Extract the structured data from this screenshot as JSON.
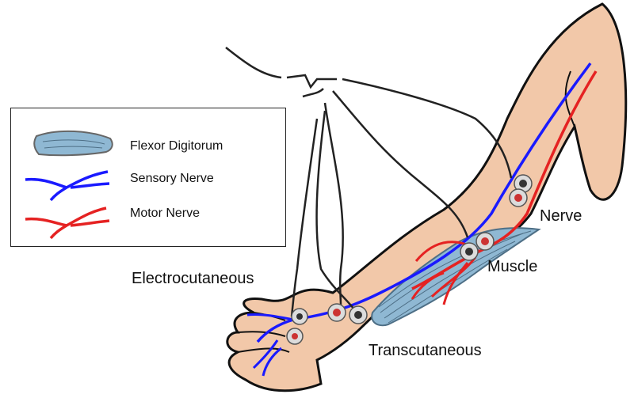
{
  "legend": {
    "items": [
      {
        "key": "flexor",
        "label": "Flexor Digitorum",
        "color": "#8fb8d3"
      },
      {
        "key": "sensory",
        "label": "Sensory Nerve",
        "color": "#1a1aff"
      },
      {
        "key": "motor",
        "label": "Motor Nerve",
        "color": "#e52222"
      }
    ]
  },
  "callouts": {
    "nerve": "Nerve",
    "muscle": "Muscle",
    "electrocutaneous": "Electrocutaneous",
    "transcutaneous": "Transcutaneous"
  },
  "colors": {
    "skin": "#f2c8a9",
    "outline": "#111111",
    "muscle": "#8fb8d3",
    "sensory_nerve": "#1a1aff",
    "motor_nerve": "#e52222",
    "electrode_disc": "#dcdcdc",
    "electrode_gel": "#cc3333",
    "cable": "#222222"
  }
}
